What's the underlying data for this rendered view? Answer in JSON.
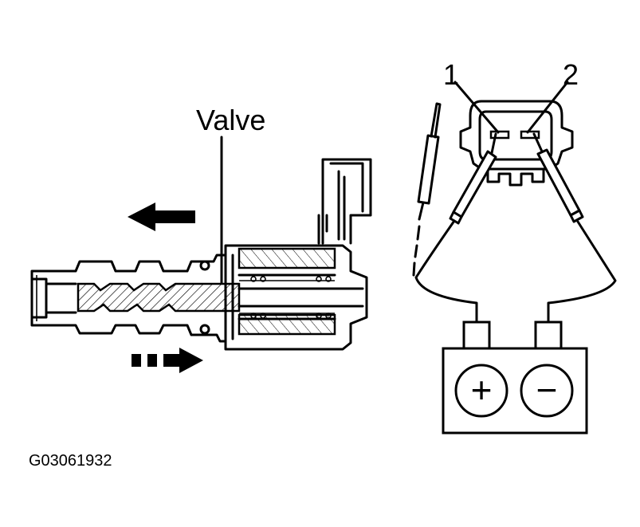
{
  "labels": {
    "valve": "Valve",
    "terminal_1": "1",
    "terminal_2": "2",
    "figure_code": "G03061932"
  },
  "battery": {
    "positive_symbol": "+",
    "negative_symbol": "−"
  }
}
